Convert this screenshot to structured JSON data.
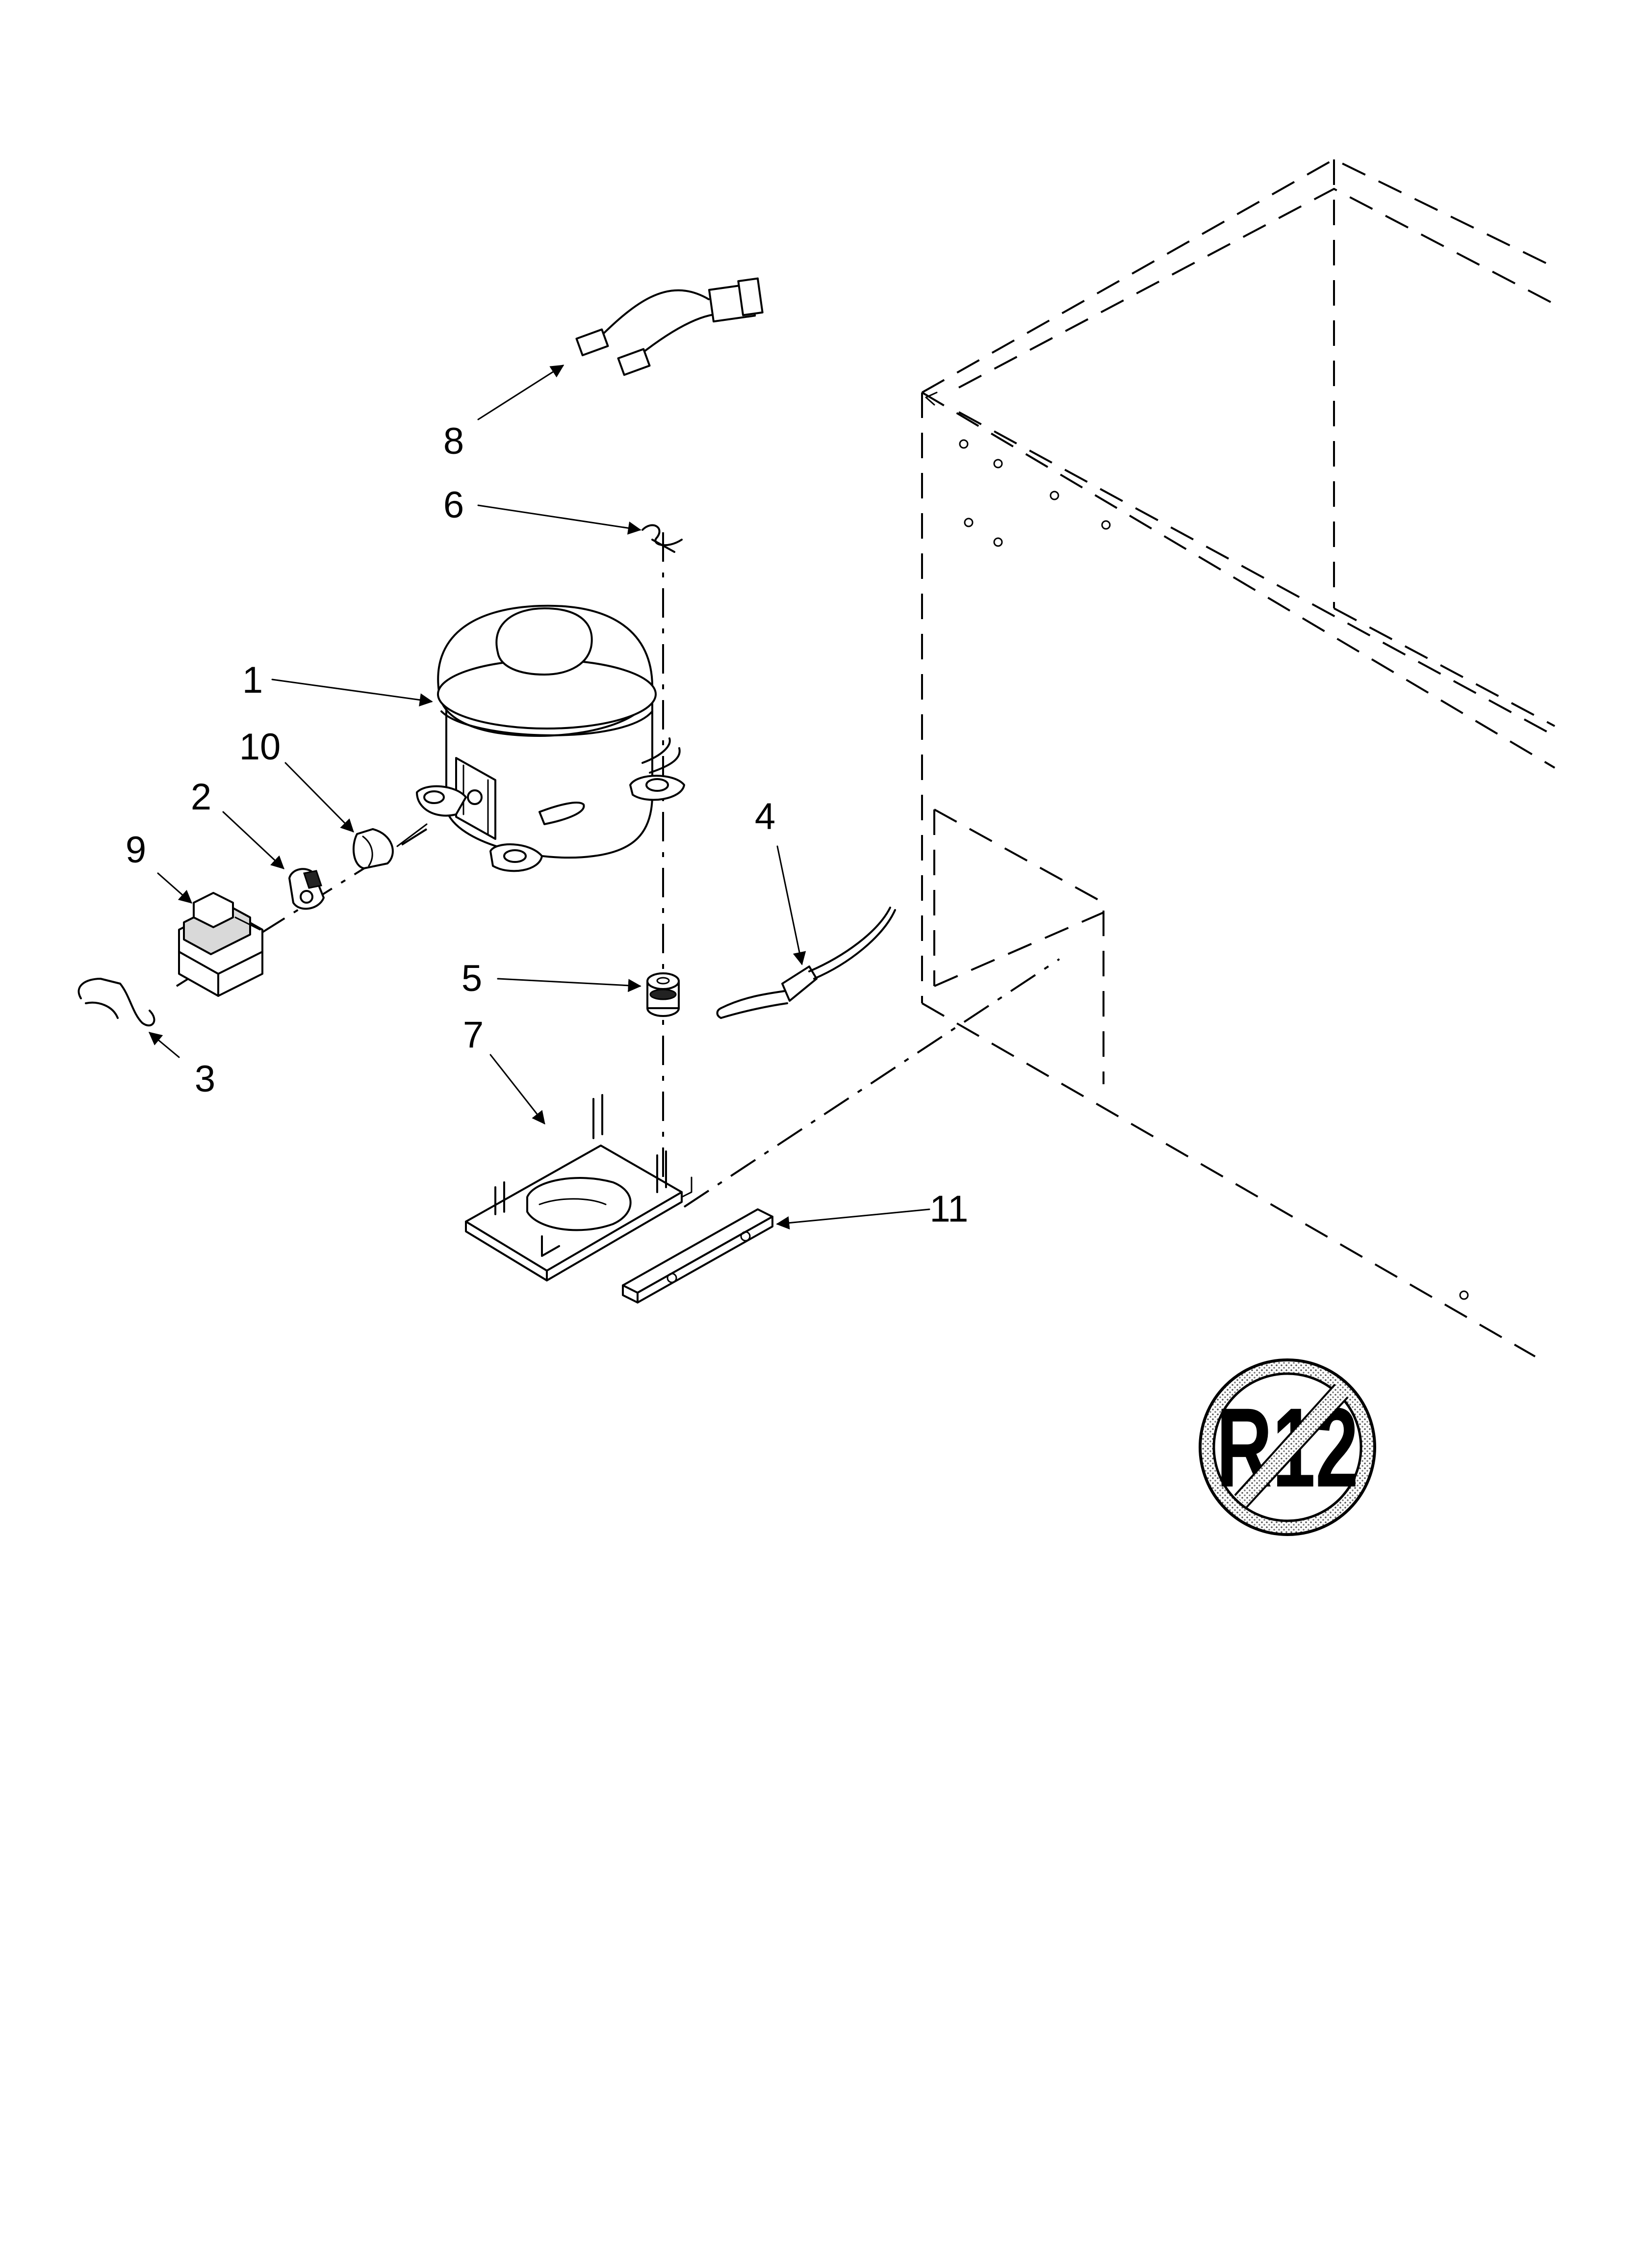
{
  "callouts": {
    "c1": "1",
    "c2": "2",
    "c3": "3",
    "c4": "4",
    "c5": "5",
    "c6": "6",
    "c7": "7",
    "c8": "8",
    "c9": "9",
    "c10": "10",
    "c11": "11"
  },
  "symbol": {
    "label": "R12",
    "meaning_icon": "no-r12-refrigerator-symbol"
  },
  "colors": {
    "ink": "#000000",
    "background": "#ffffff"
  }
}
